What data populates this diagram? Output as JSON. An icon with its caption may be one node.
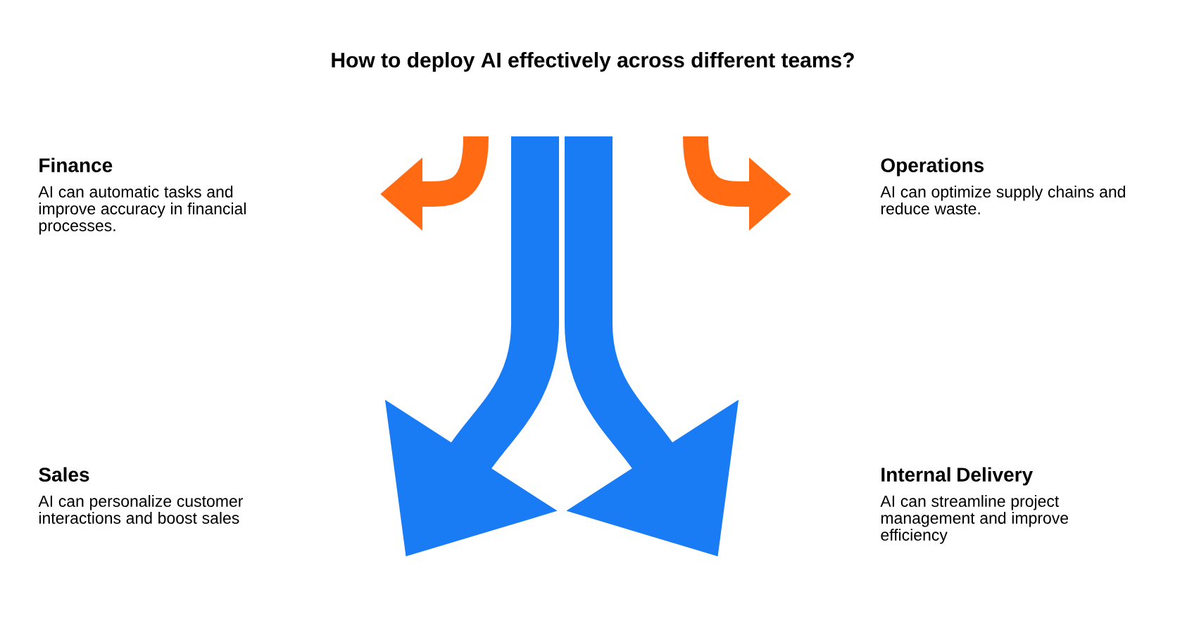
{
  "diagram": {
    "title": "How to deploy AI effectively across different teams?",
    "nodes": [
      {
        "text": [
          "Finance",
          "AI can automatic tasks and improve accuracy in financial processes."
        ]
      },
      {
        "text": [
          "Operations",
          "AI can optimize supply chains and reduce waste."
        ]
      },
      {
        "text": [
          "Sales",
          "AI can personalize customer interactions and boost sales"
        ]
      },
      {
        "text": [
          "Internal Delivery",
          "AI can streamline project management and improve efficiency"
        ]
      }
    ]
  }
}
